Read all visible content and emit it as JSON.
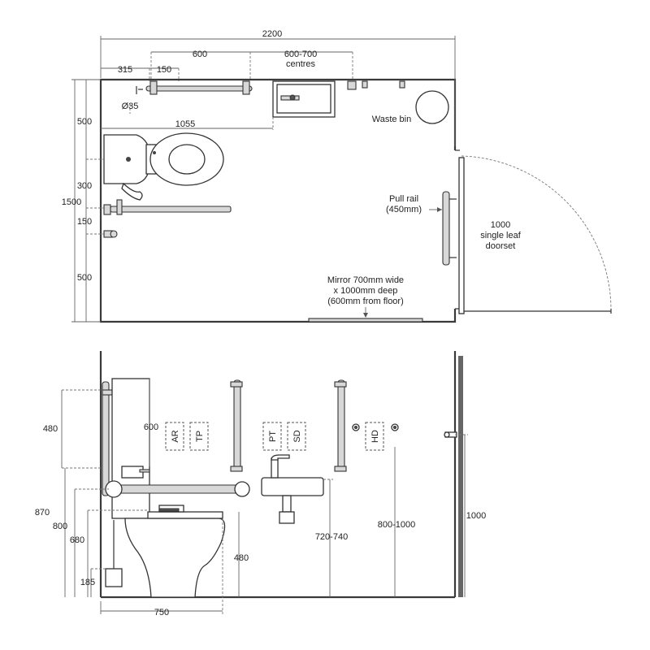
{
  "plan": {
    "dim_width": "2200",
    "dim_600": "600",
    "dim_centres_1": "600-700",
    "dim_centres_2": "centres",
    "dim_315": "315",
    "dim_150_top": "150",
    "dim_diameter": "Ø35",
    "dim_500": "500",
    "dim_1055": "1055",
    "dim_300": "300",
    "dim_1500": "1500",
    "dim_150_left": "150",
    "dim_500_bottom": "500",
    "waste_bin": "Waste bin",
    "pull_rail_1": "Pull rail",
    "pull_rail_2": "(450mm)",
    "door_1": "1000",
    "door_2": "single leaf",
    "door_3": "doorset",
    "mirror_1": "Mirror 700mm wide",
    "mirror_2": "x 1000mm deep",
    "mirror_3": "(600mm from floor)"
  },
  "elevation": {
    "dim_480_top": "480",
    "dim_600": "600",
    "dim_870": "870",
    "dim_800": "800",
    "dim_680": "680",
    "dim_480_pan": "480",
    "dim_185": "185",
    "dim_750": "750",
    "dim_720_740": "720-740",
    "dim_800_1000": "800-1000",
    "dim_1000": "1000",
    "label_ar": "AR",
    "label_tp": "TP",
    "label_pt": "PT",
    "label_sd": "SD",
    "label_hd": "HD"
  }
}
